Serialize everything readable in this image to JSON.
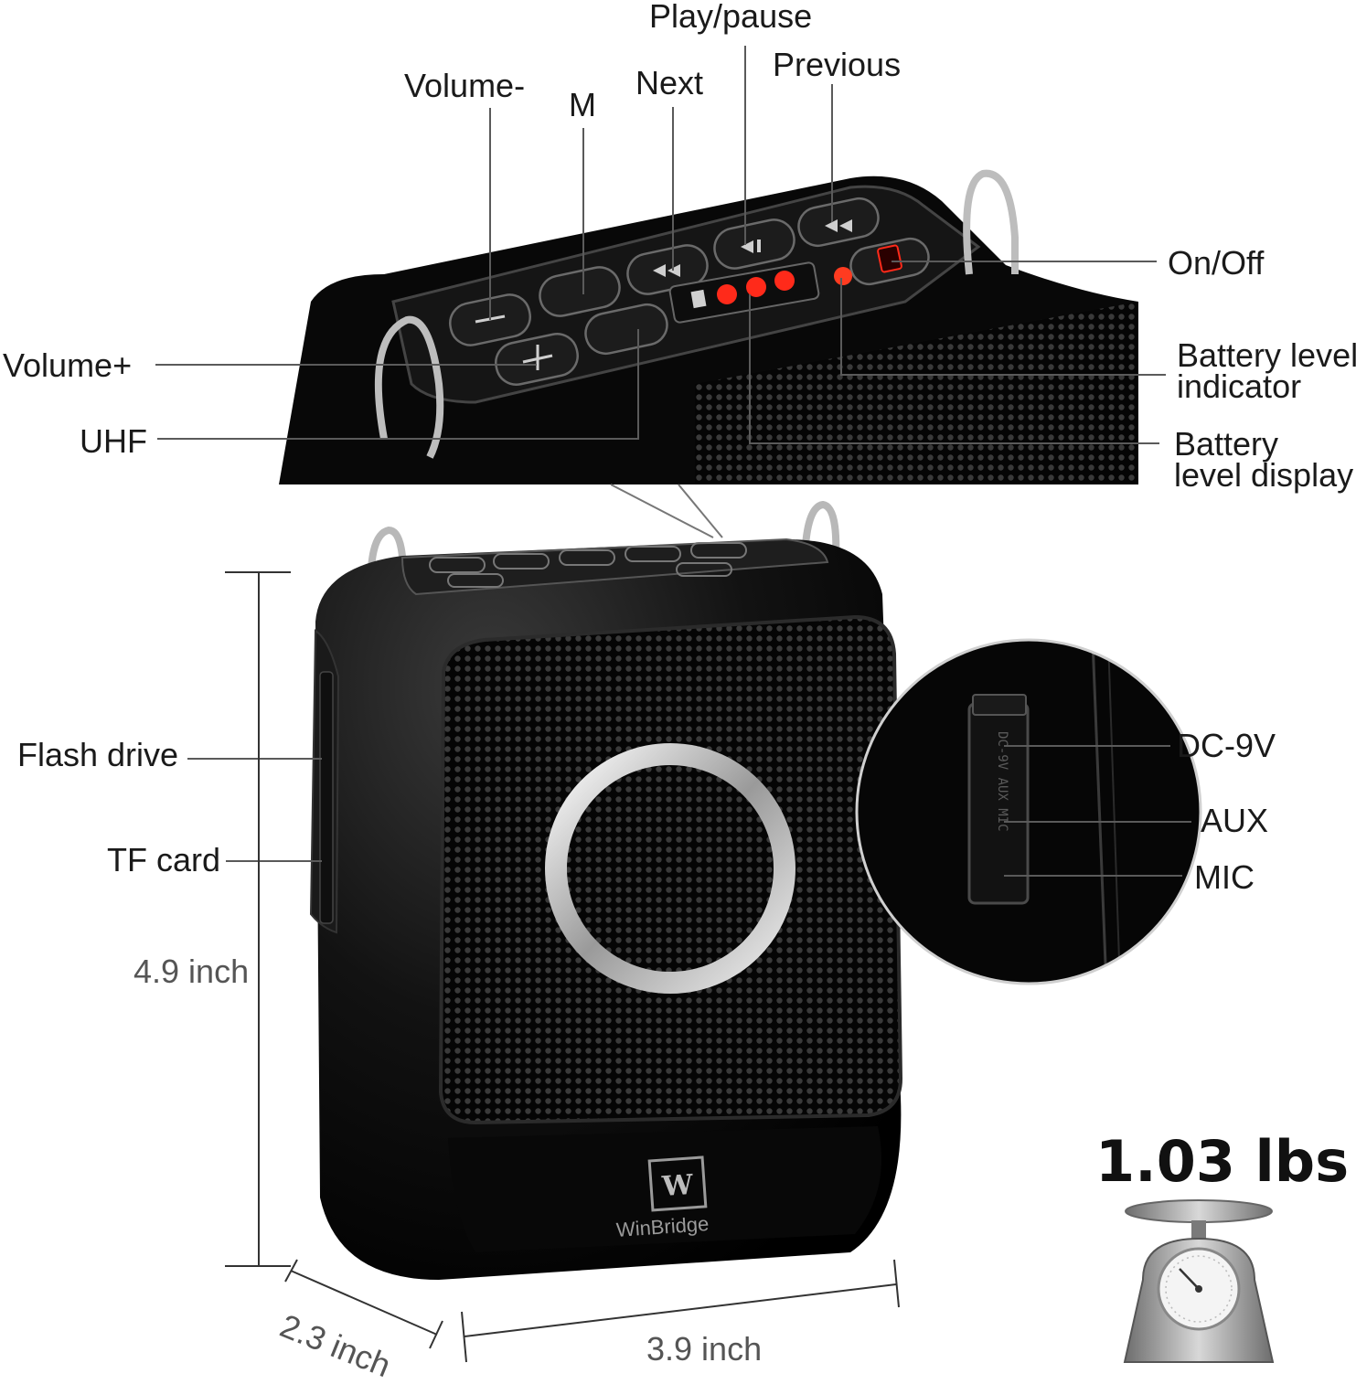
{
  "labels": {
    "play_pause": "Play/pause",
    "previous": "Previous",
    "volume_minus": "Volume-",
    "m": "M",
    "next": "Next",
    "on_off": "On/Off",
    "volume_plus": "Volume+",
    "battery_level_indicator": "Battery level indicator",
    "uhf": "UHF",
    "battery_level_display": "Battery level display",
    "flash_drive": "Flash drive",
    "tf_card": "TF card",
    "dc_9v": "DC-9V",
    "aux": "AUX",
    "mic": "MIC"
  },
  "dimensions": {
    "height": "4.9 inch",
    "depth": "2.3 inch",
    "width": "3.9 inch"
  },
  "weight": "1.03 lbs",
  "brand": "WinBridge",
  "colors": {
    "body": "#0b0b0b",
    "led": "#ff2a1a",
    "leader_line": "#555555",
    "ring": "#d9d9d9"
  },
  "icons": [
    "scale-icon",
    "speaker-grille",
    "led-indicator"
  ]
}
